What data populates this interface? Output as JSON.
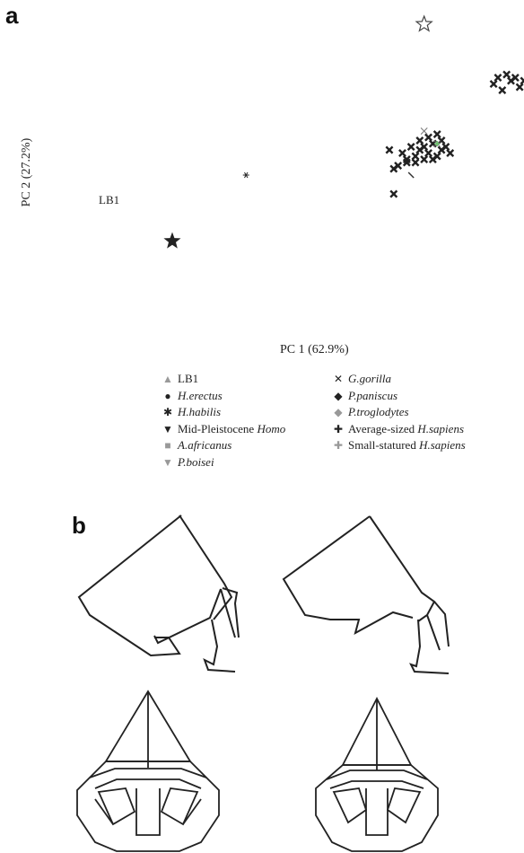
{
  "figure": {
    "panel_a": "a",
    "panel_b": "b",
    "x_axis_label": "PC 1 (62.9%)",
    "y_axis_label": "PC 2 (27.2%)",
    "lb1_point_label": "LB1"
  },
  "legend": {
    "left": [
      {
        "prefix": "LB1",
        "italic": "",
        "suffix": "",
        "symbol": "▲",
        "color": "#999999"
      },
      {
        "prefix": "",
        "italic": "H.erectus",
        "suffix": "",
        "symbol": "●",
        "color": "#222222"
      },
      {
        "prefix": "",
        "italic": "H.habilis",
        "suffix": "",
        "symbol": "✱",
        "color": "#222222"
      },
      {
        "prefix": "Mid-Pleistocene ",
        "italic": "Homo",
        "suffix": "",
        "symbol": "▼",
        "color": "#222222"
      },
      {
        "prefix": "",
        "italic": "A.africanus",
        "suffix": "",
        "symbol": "■",
        "color": "#999999"
      },
      {
        "prefix": "",
        "italic": "P.boisei",
        "suffix": "",
        "symbol": "▼",
        "color": "#999999"
      }
    ],
    "right": [
      {
        "prefix": "",
        "italic": "G.gorilla",
        "suffix": "",
        "symbol": "✕",
        "color": "#222222"
      },
      {
        "prefix": "",
        "italic": "P.paniscus",
        "suffix": "",
        "symbol": "◆",
        "color": "#222222"
      },
      {
        "prefix": "",
        "italic": "P.troglodytes",
        "suffix": "",
        "symbol": "◆",
        "color": "#999999"
      },
      {
        "prefix": "Average-sized ",
        "italic": "H.sapiens",
        "suffix": "",
        "symbol": "✚",
        "color": "#222222"
      },
      {
        "prefix": "Small-statured ",
        "italic": "H.sapiens",
        "suffix": "",
        "symbol": "✚",
        "color": "#999999"
      }
    ]
  },
  "chart_data": {
    "type": "scatter",
    "xlabel": "PC 1 (62.9%)",
    "ylabel": "PC 2 (27.2%)",
    "xlim": [
      0,
      100
    ],
    "ylim": [
      0,
      100
    ],
    "grid": false,
    "legend_placement": "bottom",
    "series": [
      {
        "symbol": "filled-star",
        "color": "#222222",
        "points": [
          [
            19,
            29
          ]
        ]
      },
      {
        "symbol": "open-star",
        "color": "#444444",
        "points": [
          [
            77,
            98
          ]
        ]
      },
      {
        "symbol": "asterisk",
        "color": "#222222",
        "points": [
          [
            36,
            50
          ]
        ]
      },
      {
        "symbol": "x",
        "color": "#222222",
        "points": [
          [
            94,
            81
          ],
          [
            96,
            82
          ],
          [
            93,
            79
          ],
          [
            98,
            81
          ],
          [
            99,
            78
          ],
          [
            97,
            80
          ],
          [
            100,
            80
          ],
          [
            95,
            77
          ],
          [
            69,
            58
          ],
          [
            72,
            57
          ],
          [
            73,
            55
          ],
          [
            75,
            56
          ],
          [
            76,
            58
          ],
          [
            77,
            59
          ],
          [
            78,
            57
          ],
          [
            79,
            60
          ],
          [
            80,
            56
          ],
          [
            81,
            58
          ],
          [
            82,
            59
          ],
          [
            83,
            57
          ],
          [
            75,
            54
          ],
          [
            77,
            55
          ],
          [
            79,
            55
          ],
          [
            81,
            61
          ],
          [
            73,
            54
          ],
          [
            71,
            53
          ],
          [
            70,
            52
          ],
          [
            76,
            61
          ],
          [
            78,
            62
          ],
          [
            74,
            59
          ],
          [
            80,
            63
          ],
          [
            70,
            44
          ]
        ]
      },
      {
        "symbol": "thin-x",
        "color": "#777777",
        "points": [
          [
            77,
            64
          ],
          [
            80,
            60
          ]
        ]
      },
      {
        "symbol": "dash",
        "color": "#333333",
        "points": [
          [
            74,
            50
          ]
        ]
      },
      {
        "symbol": "plus",
        "color": "#6cc46c",
        "points": [
          [
            80,
            60
          ]
        ]
      }
    ]
  }
}
